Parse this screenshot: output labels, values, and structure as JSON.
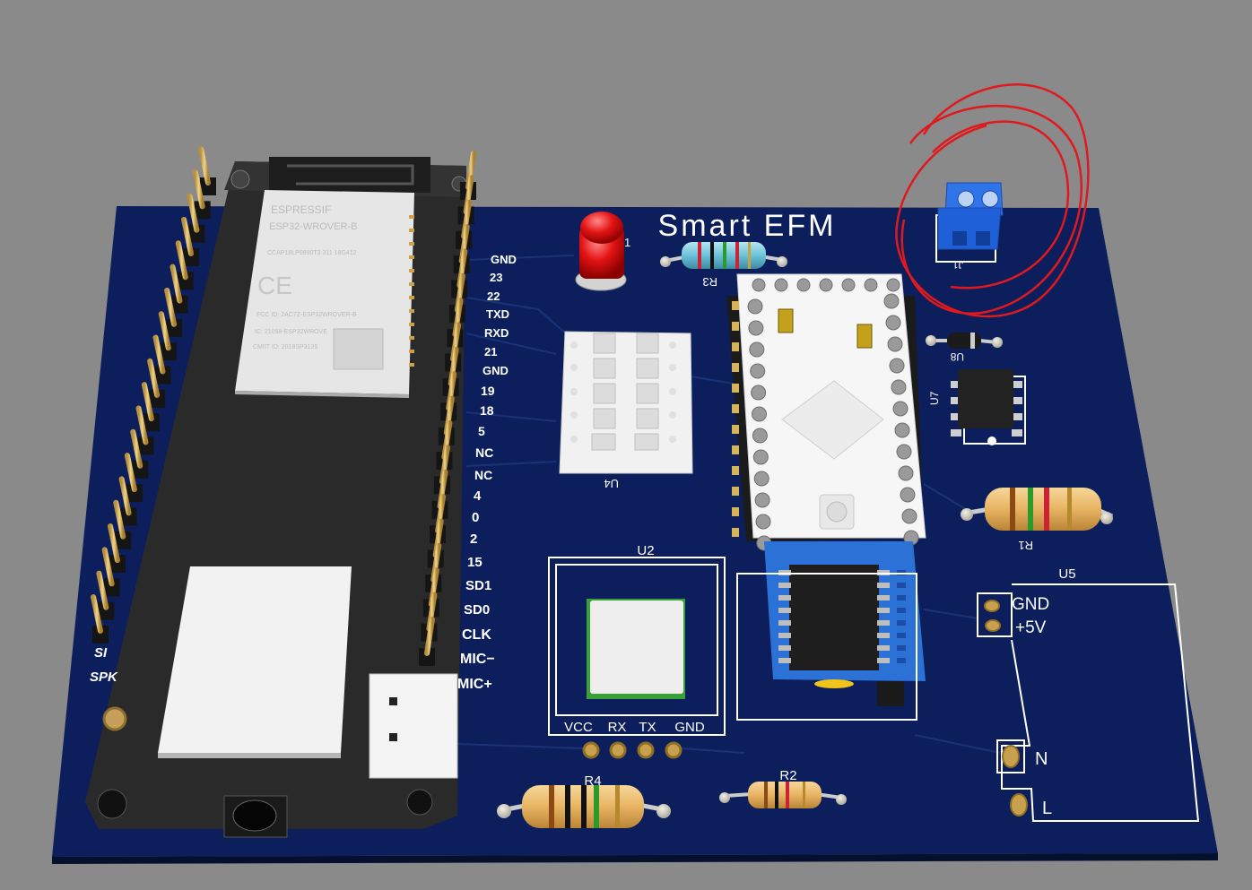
{
  "board": {
    "title": "Smart  EFM",
    "colors": {
      "background": "#8a8a8a",
      "pcb": "#0c1f5c",
      "silkscreen": "#ffffff",
      "highlight_circle": "#e0191f",
      "terminal_block": "#1f5fd8",
      "header_pins": "#d8b45a"
    }
  },
  "esp32_module": {
    "can_text_1": "ESPRESSIF",
    "can_text_2": "ESP32-WROVER-B",
    "ce_mark": "CE",
    "small_line_1": "CCAP18LP0890T3  311 18G412",
    "small_line_2": "FCC ID: 2AC7Z-ESP32WROVER-B",
    "small_line_3": "IC: 21098-ESP32WROVE",
    "small_line_4": "CMIIT ID: 2018SP3125",
    "edge_label_1": "SI",
    "edge_label_2": "SPK"
  },
  "pin_labels": [
    "GND",
    "23",
    "22",
    "TXD",
    "RXD",
    "21",
    "GND",
    "19",
    "18",
    "5",
    "NC",
    "NC",
    "4",
    "0",
    "2",
    "15",
    "SD1",
    "SD0",
    "CLK",
    "MIC−",
    "MIC+"
  ],
  "components": {
    "led_ref": "1",
    "r3": "R3",
    "r1": "R1",
    "r2": "R2",
    "r4": "R4",
    "u4": "U4",
    "u2": "U2",
    "u2_pins": [
      "VCC",
      "RX",
      "TX",
      "GND"
    ],
    "u5": "U5",
    "u5_gnd": "GND",
    "u5_5v": "+5V",
    "u5_n": "N",
    "u5_l": "L",
    "u7": "U7",
    "u8": "U8",
    "j1": "J1"
  }
}
